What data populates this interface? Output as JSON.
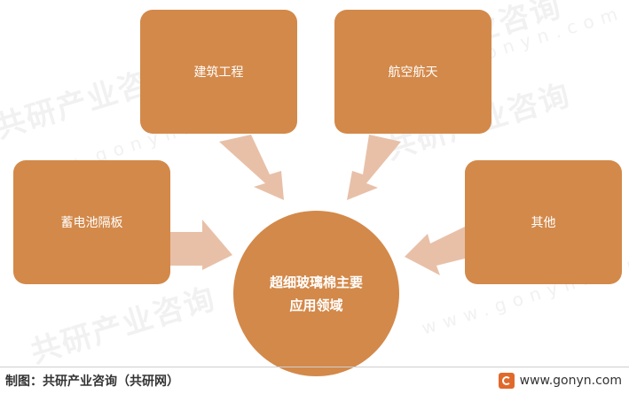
{
  "center": {
    "line1": "超细玻璃棉主要",
    "line2": "应用领域"
  },
  "nodes": {
    "construction": "建筑工程",
    "aerospace": "航空航天",
    "battery": "蓄电池隔板",
    "other": "其他"
  },
  "watermark": {
    "brand": "共研产业咨询",
    "url": "www.gonyn.com"
  },
  "footer": {
    "source": "制图：共研产业咨询（共研网）",
    "site": "www.gonyn.com"
  },
  "colors": {
    "box": "#d3894a",
    "arrow": "#e8c0a8"
  }
}
